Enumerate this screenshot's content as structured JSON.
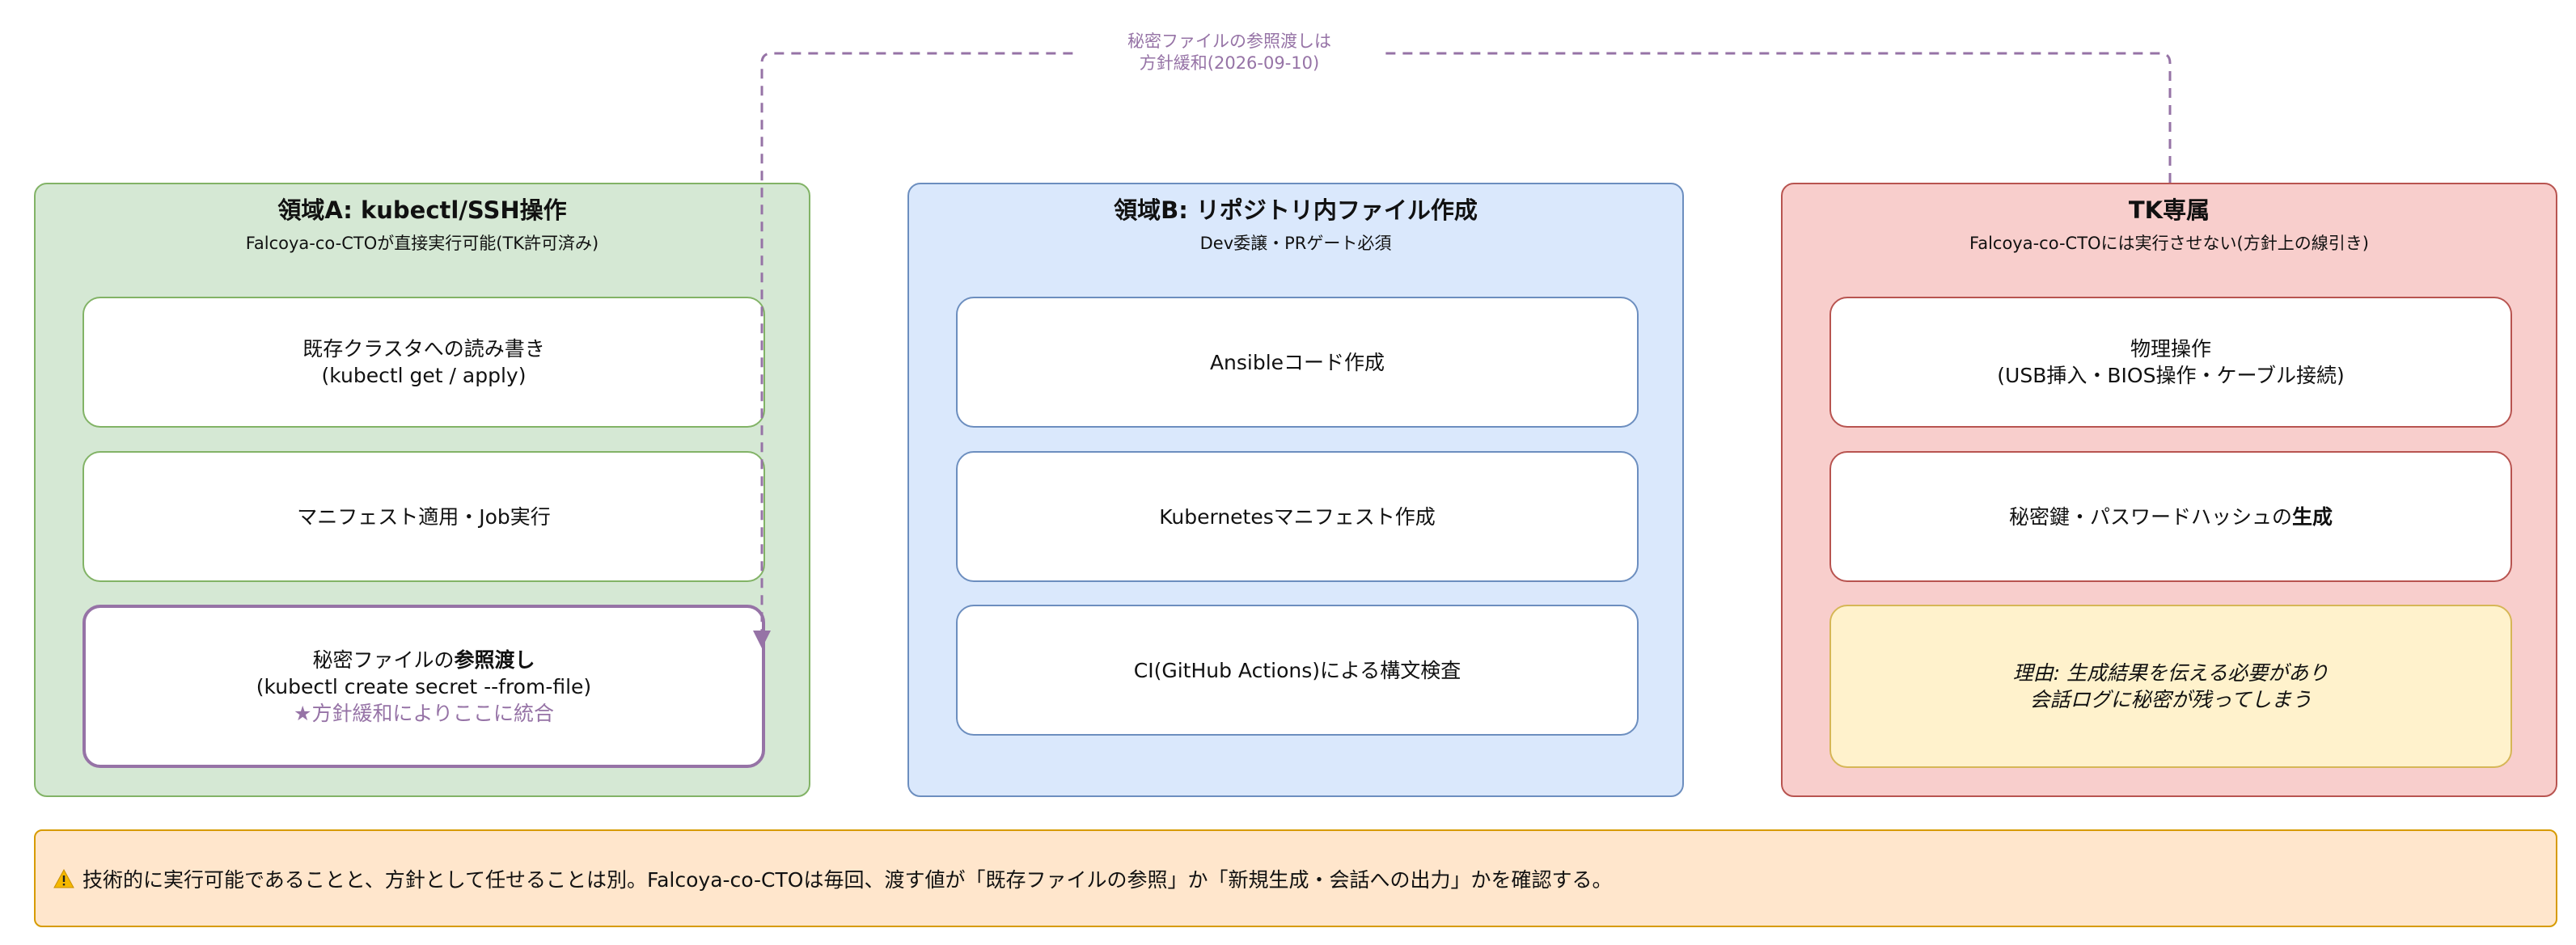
{
  "zones": [
    {
      "title": "領域A: kubectl/SSH操作",
      "subtitle": "Falcoya-co-CTOが直接実行可能(TK許可済み)",
      "cards": [
        {
          "line1": "既存クラスタへの読み書き",
          "line2": "(kubectl get / apply)"
        },
        {
          "line1": "マニフェスト適用・Job実行"
        },
        {
          "line1_prefix": "秘密ファイルの",
          "line1_bold": "参照渡し",
          "line2": "(kubectl create secret --from-file)",
          "line3": "★方針緩和によりここに統合"
        }
      ]
    },
    {
      "title": "領域B: リポジトリ内ファイル作成",
      "subtitle": "Dev委譲・PRゲート必須",
      "cards": [
        {
          "line1": "Ansibleコード作成"
        },
        {
          "line1": "Kubernetesマニフェスト作成"
        },
        {
          "line1": "CI(GitHub Actions)による構文検査"
        }
      ]
    },
    {
      "title": "TK専属",
      "subtitle": "Falcoya-co-CTOには実行させない(方針上の線引き)",
      "cards": [
        {
          "line1": "物理操作",
          "line2": "(USB挿入・BIOS操作・ケーブル接続)"
        },
        {
          "line1_prefix": "秘密鍵・パスワードハッシュの",
          "line1_bold": "生成"
        },
        {
          "line1": "理由: 生成結果を伝える必要があり",
          "line2": "会話ログに秘密が残ってしまう"
        }
      ]
    }
  ],
  "connector": {
    "label_line1": "秘密ファイルの参照渡しは",
    "label_line2": "方針緩和(2026-09-10)"
  },
  "note": {
    "icon": "warning-icon",
    "text": "技術的に実行可能であることと、方針として任せることは別。Falcoya-co-CTOは毎回、渡す値が「既存ファイルの参照」か「新規生成・会話への出力」かを確認する。"
  },
  "colors": {
    "zone_a_fill": "#d5e8d4",
    "zone_b_fill": "#dae8fc",
    "zone_c_fill": "#f8cecc",
    "connector": "#9673a6",
    "reason_fill": "#fff2cc",
    "note_fill": "#ffe6cc"
  }
}
